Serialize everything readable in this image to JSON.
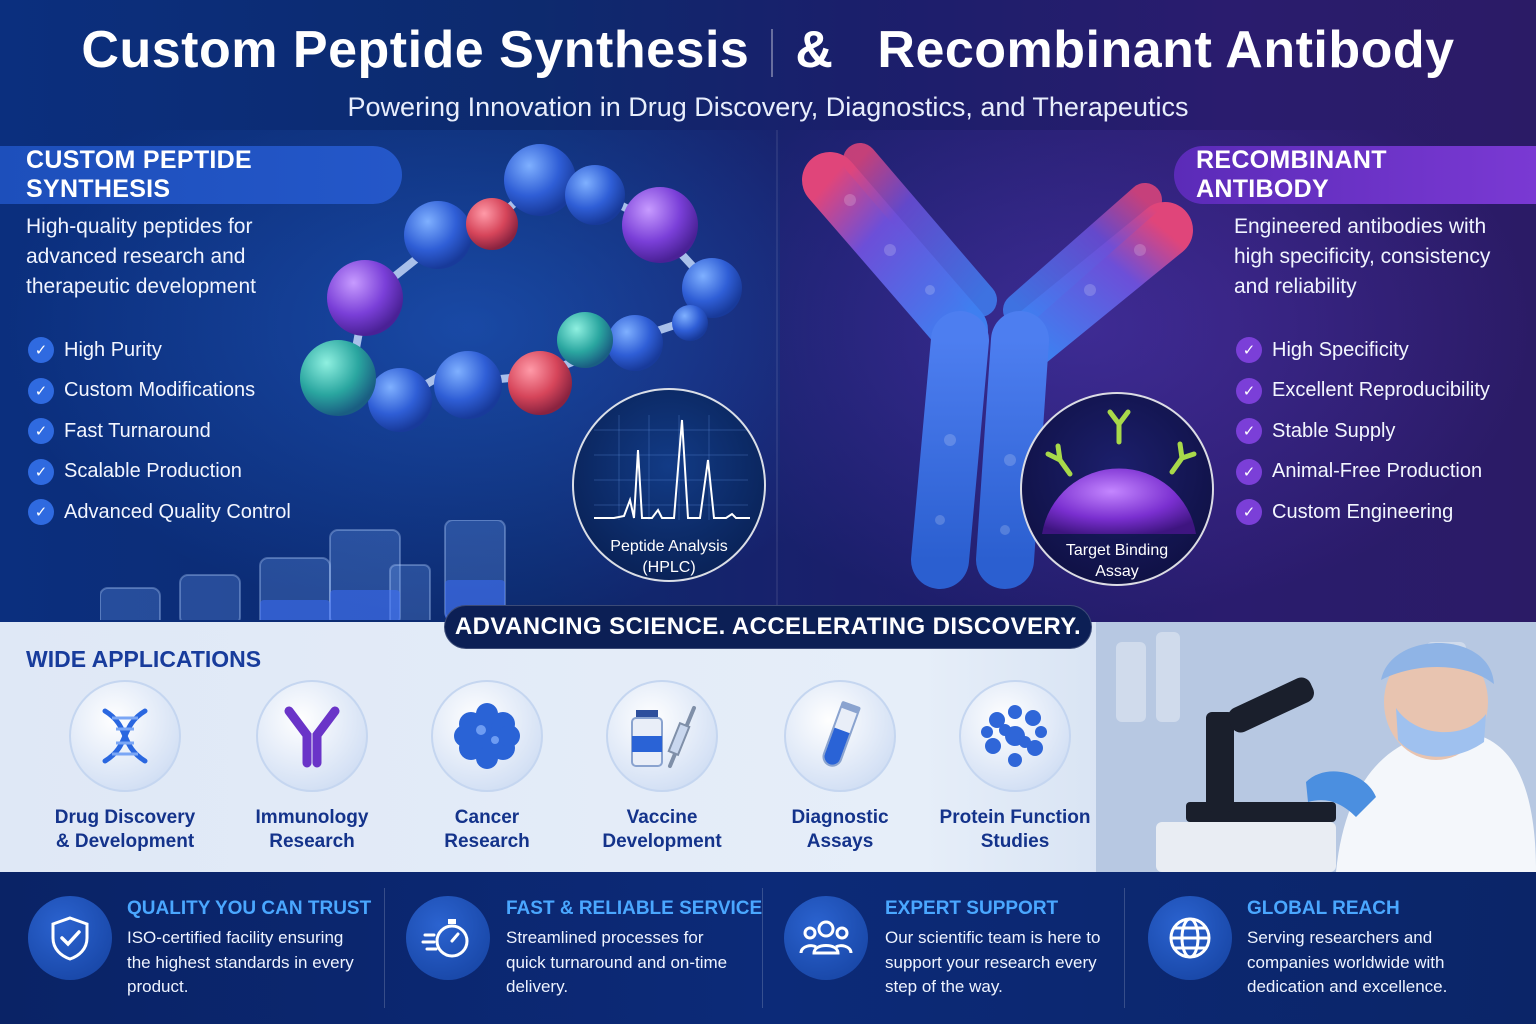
{
  "header": {
    "title_left": "Custom Peptide Synthesis",
    "title_amp": "&",
    "title_right": "Recombinant Antibody",
    "subtitle": "Powering Innovation in Drug Discovery, Diagnostics, and Therapeutics"
  },
  "peptide": {
    "tag": "CUSTOM PEPTIDE SYNTHESIS",
    "description": "High-quality peptides for advanced research and therapeutic development",
    "features": [
      "High Purity",
      "Custom Modifications",
      "Fast Turnaround",
      "Scalable Production",
      "Advanced Quality Control"
    ],
    "inset_caption_line1": "Peptide Analysis",
    "inset_caption_line2": "(HPLC)"
  },
  "antibody": {
    "tag": "RECOMBINANT ANTIBODY",
    "description": "Engineered antibodies with high specificity, consistency and reliability",
    "features": [
      "High Specificity",
      "Excellent Reproducibility",
      "Stable Supply",
      "Animal-Free Production",
      "Custom Engineering"
    ],
    "inset_caption_line1": "Target Binding",
    "inset_caption_line2": "Assay"
  },
  "banner": "ADVANCING SCIENCE. ACCELERATING DISCOVERY.",
  "applications": {
    "title": "WIDE APPLICATIONS",
    "items": [
      {
        "line1": "Drug Discovery",
        "line2": "& Development",
        "icon": "dna-icon"
      },
      {
        "line1": "Immunology",
        "line2": "Research",
        "icon": "antibody-icon"
      },
      {
        "line1": "Cancer",
        "line2": "Research",
        "icon": "cancer-cell-icon"
      },
      {
        "line1": "Vaccine",
        "line2": "Development",
        "icon": "vaccine-vial-icon"
      },
      {
        "line1": "Diagnostic",
        "line2": "Assays",
        "icon": "test-tube-icon"
      },
      {
        "line1": "Protein Function",
        "line2": "Studies",
        "icon": "protein-icon"
      }
    ]
  },
  "features": [
    {
      "title": "QUALITY YOU CAN TRUST",
      "text": "ISO-certified facility ensuring the highest standards in every product.",
      "icon": "shield-check-icon"
    },
    {
      "title": "FAST & RELIABLE SERVICE",
      "text": "Streamlined processes for quick turnaround and on-time delivery.",
      "icon": "stopwatch-icon"
    },
    {
      "title": "EXPERT SUPPORT",
      "text": "Our scientific team is here to support your research every step of the way.",
      "icon": "team-icon"
    },
    {
      "title": "GLOBAL REACH",
      "text": "Serving researchers and companies worldwide with dedication and excellence.",
      "icon": "globe-icon"
    }
  ],
  "colors": {
    "peptide_accent": "#2457c9",
    "antibody_accent": "#7a39d3",
    "app_label": "#14338b",
    "feature_title": "#4aa7ff"
  }
}
